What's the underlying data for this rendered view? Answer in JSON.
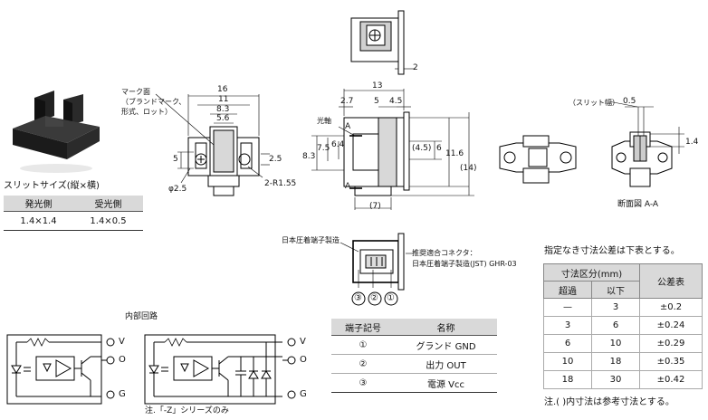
{
  "photo": {
    "label": ""
  },
  "slit_size": {
    "title": "スリットサイズ(縦×横)",
    "headers": [
      "発光側",
      "受光側"
    ],
    "values": [
      "1.4×1.4",
      "1.4×0.5"
    ]
  },
  "front_view": {
    "label_mark_surface": "マーク面",
    "label_mark_detail_1": "（ブランドマーク、",
    "label_mark_detail_2": "形式、ロット）",
    "dim_16": "16",
    "dim_11": "11",
    "dim_8_3": "8.3",
    "dim_5_6": "5.6",
    "dim_5": "5",
    "dim_2_5": "2.5",
    "dim_phi_2_5": "φ2.5",
    "dim_2_r1_55": "2-R1.55"
  },
  "top_view": {
    "dim_2": "2"
  },
  "side_view": {
    "dim_13": "13",
    "dim_2_7": "2.7",
    "dim_5": "5",
    "dim_4_5": "4.5",
    "label_optical_axis": "光軸",
    "section_a": "A",
    "dim_8_3": "8.3",
    "dim_7_5": "7.5",
    "dim_6_4": "6.4",
    "dim_4_5_paren": "(4.5)",
    "dim_6": "6",
    "dim_11_6": "11.6",
    "dim_14_paren": "(14)",
    "dim_7_paren": "(7)"
  },
  "section_view": {
    "label_slit_width": "（スリット幅）",
    "dim_0_5": "0.5",
    "dim_1_4": "1.4",
    "caption": "断面図 A-A"
  },
  "connector": {
    "maker_label": "日本圧着端子製造",
    "recommended_1": "推奨適合コネクタ：",
    "recommended_2": "日本圧着端子製造(JST)  GHR-03",
    "pins": [
      "③",
      "②",
      "①"
    ]
  },
  "circuit": {
    "title": "内部回路",
    "terminals": [
      "V",
      "O",
      "G"
    ],
    "note": "注.「-Z」シリーズのみ"
  },
  "terminal_table": {
    "headers": [
      "端子記号",
      "名称"
    ],
    "rows": [
      {
        "symbol": "①",
        "name": "グランド GND"
      },
      {
        "symbol": "②",
        "name": "出力 OUT"
      },
      {
        "symbol": "③",
        "name": "電源 Vcc"
      }
    ]
  },
  "tolerance": {
    "intro": "指定なき寸法公差は下表とする。",
    "header_range": "寸法区分(mm)",
    "header_over": "超過",
    "header_under": "以下",
    "header_tol": "公差表",
    "rows": [
      {
        "over": "—",
        "under": "3",
        "tol": "±0.2"
      },
      {
        "over": "3",
        "under": "6",
        "tol": "±0.24"
      },
      {
        "over": "6",
        "under": "10",
        "tol": "±0.29"
      },
      {
        "over": "10",
        "under": "18",
        "tol": "±0.35"
      },
      {
        "over": "18",
        "under": "30",
        "tol": "±0.42"
      }
    ],
    "note": "注.(  )内寸法は参考寸法とする。"
  }
}
